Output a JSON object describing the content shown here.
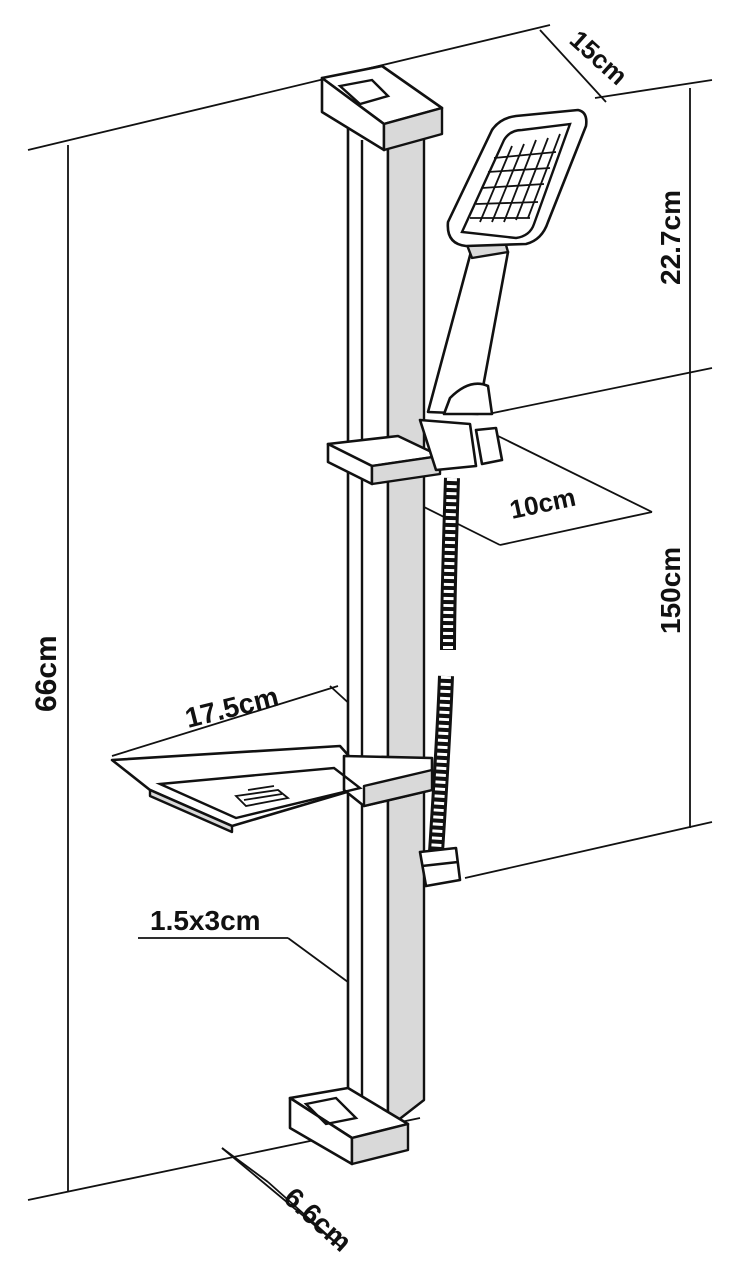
{
  "dimensions": {
    "height_total": "66cm",
    "depth_top": "15cm",
    "handset_length": "22.7cm",
    "slide_span": "150cm",
    "holder_offset": "10cm",
    "shelf_width": "17.5cm",
    "rail_section": "1.5x3cm",
    "bracket_depth": "6.6cm"
  },
  "colors": {
    "line": "#111111",
    "background": "#ffffff"
  }
}
